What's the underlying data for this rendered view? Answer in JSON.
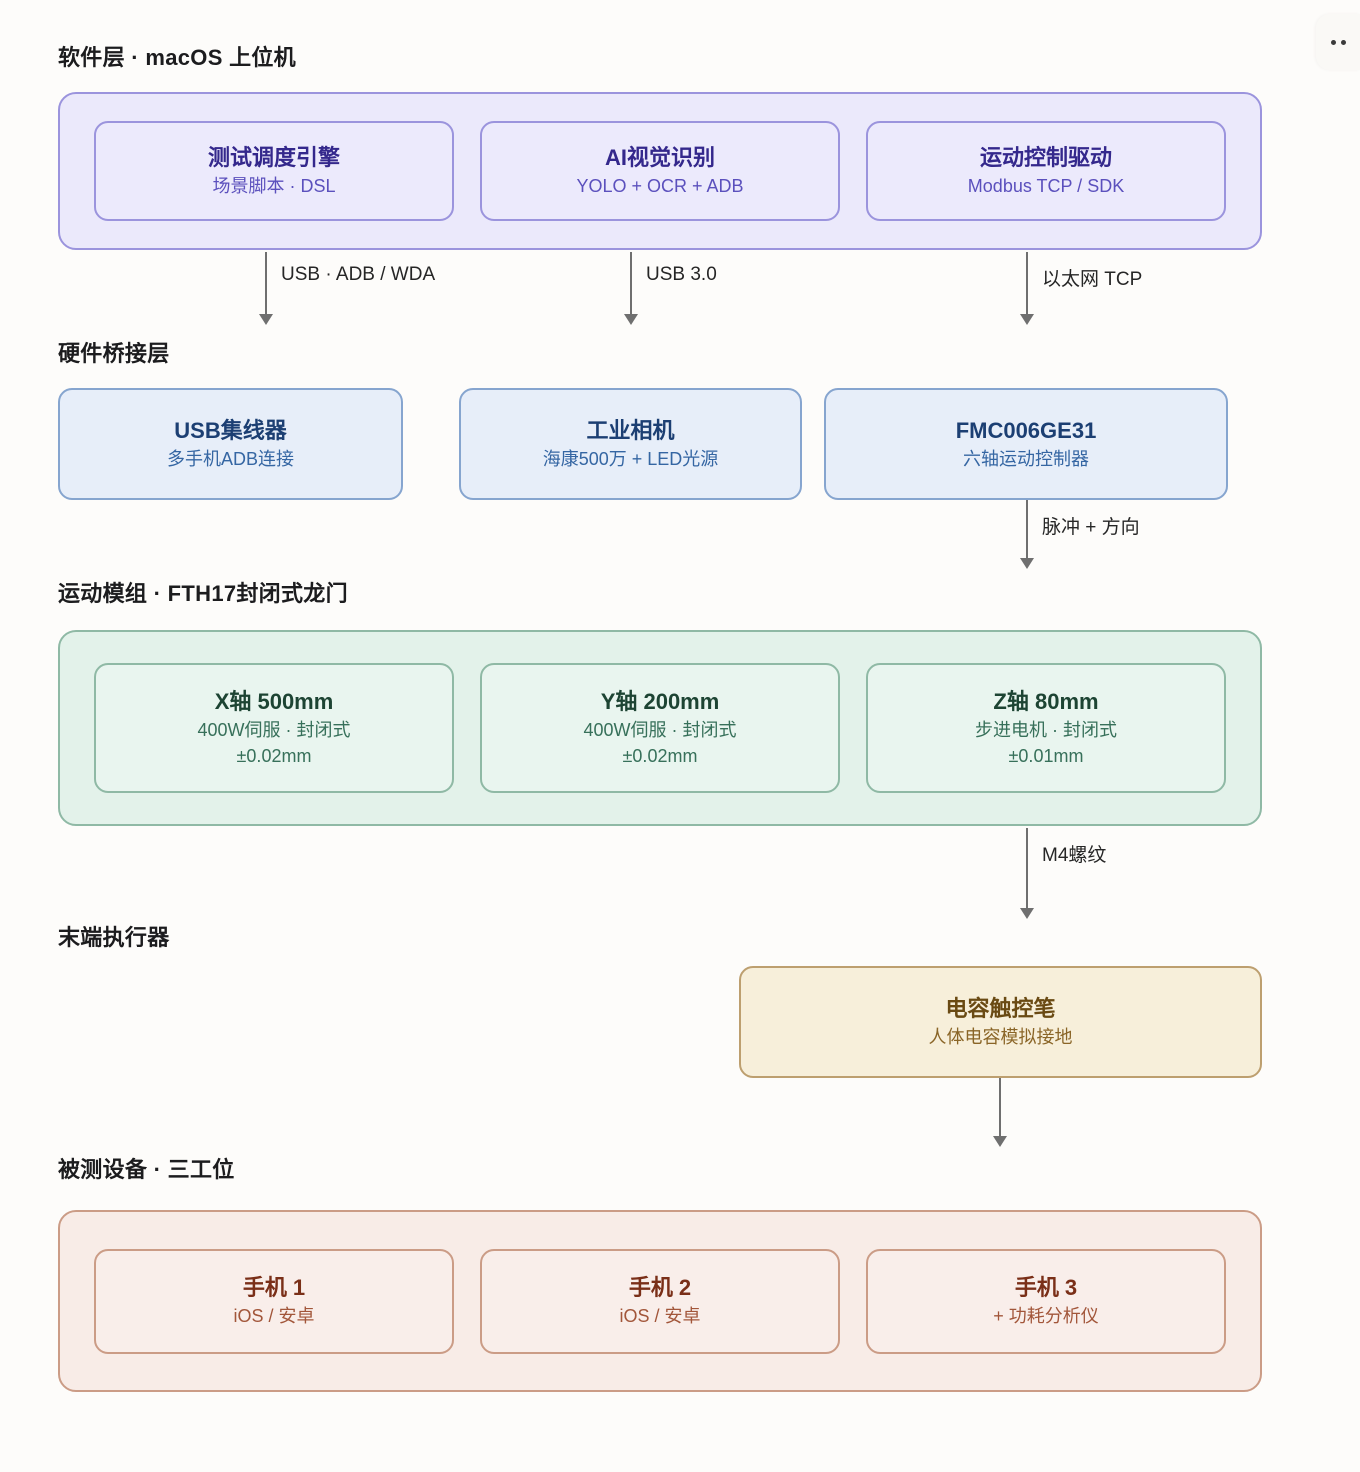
{
  "toolbar": {
    "more_options_label": "more-options"
  },
  "layers": [
    {
      "id": "software",
      "heading": "软件层 · macOS 上位机",
      "cards": [
        {
          "title": "测试调度引擎",
          "sub": "场景脚本 · DSL"
        },
        {
          "title": "AI视觉识别",
          "sub": "YOLO + OCR + ADB"
        },
        {
          "title": "运动控制驱动",
          "sub": "Modbus TCP / SDK"
        }
      ]
    },
    {
      "id": "bridge",
      "heading": "硬件桥接层",
      "cards": [
        {
          "title": "USB集线器",
          "sub": "多手机ADB连接"
        },
        {
          "title": "工业相机",
          "sub": "海康500万 + LED光源"
        },
        {
          "title": "FMC006GE31",
          "sub": "六轴运动控制器"
        }
      ]
    },
    {
      "id": "motion",
      "heading": "运动模组 · FTH17封闭式龙门",
      "cards": [
        {
          "title": "X轴 500mm",
          "sub": "400W伺服 · 封闭式",
          "sub2": "±0.02mm"
        },
        {
          "title": "Y轴 200mm",
          "sub": "400W伺服 · 封闭式",
          "sub2": "±0.02mm"
        },
        {
          "title": "Z轴 80mm",
          "sub": "步进电机 · 封闭式",
          "sub2": "±0.01mm"
        }
      ]
    },
    {
      "id": "effector",
      "heading": "末端执行器",
      "cards": [
        {
          "title": "电容触控笔",
          "sub": "人体电容模拟接地"
        }
      ]
    },
    {
      "id": "dut",
      "heading": "被测设备 · 三工位",
      "cards": [
        {
          "title": "手机 1",
          "sub": "iOS / 安卓"
        },
        {
          "title": "手机 2",
          "sub": "iOS / 安卓"
        },
        {
          "title": "手机 3",
          "sub": "+ 功耗分析仪"
        }
      ]
    }
  ],
  "connectors": [
    {
      "label": "USB · ADB / WDA"
    },
    {
      "label": "USB 3.0"
    },
    {
      "label": "以太网 TCP"
    },
    {
      "label": "脉冲 + 方向"
    },
    {
      "label": "M4螺纹"
    },
    {
      "label": ""
    }
  ],
  "colors": {
    "software_bg": "#ebe9fb",
    "software_border": "#9b94dd",
    "bridge_bg": "#e7eef9",
    "bridge_border": "#86a5cf",
    "motion_bg": "#e3f2ea",
    "motion_border": "#8fb9a5",
    "effector_bg": "#f7efda",
    "effector_border": "#bd9f6f",
    "dut_bg": "#f8ece7",
    "dut_border": "#cb9c86",
    "connector": "#6f6f6f",
    "page_bg": "#fdfcfa"
  }
}
